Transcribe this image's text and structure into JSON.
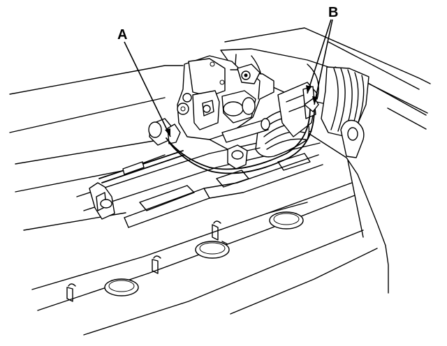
{
  "diagram": {
    "callouts": [
      {
        "id": "A",
        "label": "A"
      },
      {
        "id": "B",
        "label": "B"
      }
    ],
    "colors": {
      "line": "#000000",
      "background": "#ffffff"
    }
  }
}
